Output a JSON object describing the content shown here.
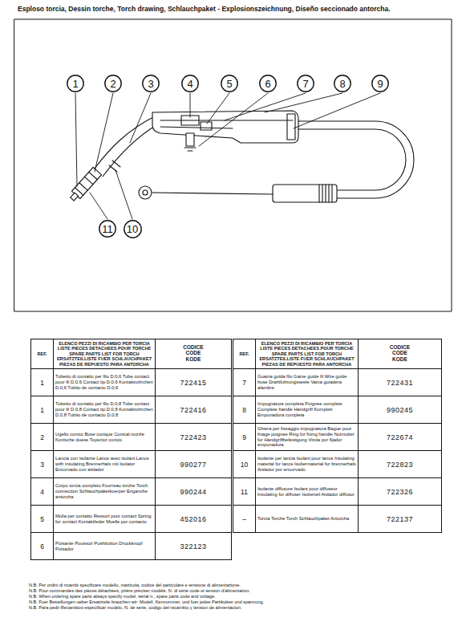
{
  "diagram": {
    "title": "Esploso torcia, Dessin torche, Torch drawing, Schlauchpaket - Explosionszeichnung, Diseño seccionado antorcha.",
    "nodes": [
      {
        "text": [
          "1"
        ]
      },
      {
        "text": [
          "2"
        ]
      },
      {
        "text": [
          "3"
        ]
      },
      {
        "text": [
          "4"
        ]
      },
      {
        "text": [
          "5"
        ]
      },
      {
        "text": [
          "6"
        ]
      },
      {
        "text": [
          "7"
        ]
      },
      {
        "text": [
          "8"
        ]
      },
      {
        "text": [
          "9"
        ]
      },
      {
        "text": [
          "11"
        ]
      },
      {
        "text": [
          "10"
        ]
      }
    ],
    "labels": [
      "REF.",
      "ELENCO PEZZI DI RICAMBIO PER TORCIA LISTE PIECES DETACHEES POUR TORCHE SPARE PARTS LIST FOR TORCH ERSATZTEILLISTE FUER SCHLAUCHPAKET PIEZAS DE REPUESTO PARA ANTORCHA",
      "CODICE CODE KODE",
      "REF.",
      "ELENCO PEZZI DI RICAMBIO PER TORCIA LISTE PIECES DETACHEES POUR TORCHE SPARE PARTS LIST FOR TORCH ERSATZTEILLISTE FUER SCHLAUCHPAKET PIEZAS DE REPUESTO PARA ANTORCHA",
      "CODICE CODE KODE",
      "1",
      "Tubetto di contatto per filo D.0,6 Tube contact pour fil D.0,6 Contact tip D.0,6 Kontaktrohrchen D.0,6 Tubito de contacto D.0,6",
      "722415",
      "1",
      "Tubetto di contatto per filo D.0,8 Tube contact pour fil D.0,8 Contact tip D.0,8 Kontaktrohrchen D.0,8 Tubito de contacto D.0,8",
      "722416",
      "2",
      "Ugello conico Buse conique Conical nozzle Konische duese Toyector conico",
      "722423",
      "3",
      "Lancia con isolante Lance avec isolant Lance with insulating Brennerhals mit Isolator Encorvado con aislador",
      "990277",
      "4",
      "Corpo torcia completo Fourreau torche Torch connection Schlauchpaketkoerper Enganche antorcha",
      "990244",
      "5",
      "Molla per contatto Ressort pour contact Spring for contact Kontaktfeder Muelle por contacto",
      "452016",
      "6",
      "Pulsante Poussoir Pushbotton Druckknopf Pulsador",
      "322123",
      "7",
      "Guaina guida filo Gaine guide fil Wire guide hose Drahtfuhrungsseele Vaina guiadera alambre",
      "722431",
      "8",
      "Impugnatura completa Poignee complete Complete handle Handgriff Komplett Empunadura completa",
      "990245",
      "9",
      "Ghiera per fissaggio impugnatura Bague pour fixage poignee Ring for fixing handle Nutmutter fur Handgriffbefestigung Virola por fijador empunadura",
      "722674",
      "10",
      "Isolante per lancia Isolant pour lance Insulating material for lance Isoliermaterial fur brennerhals Aislador por encorvado",
      "722823",
      "11",
      "Isolante diffusore Isolant pour diffuseur Insulating for diffuser Isolierteil Aislador diffusor",
      "722326",
      "–",
      "Torcia Torche Torch Schlauchpaket Antorcha",
      "722137",
      "N.B. Per ordini di ricambi specificare modello, matricola, codice del particolare e tensione di alimentazione.",
      "N.B. Pour commandes des pièces détachées, prière préciser modèle, N. di série code et tension d'alimentation.",
      "N.B. When ordering spare parts always specify model, serial n., spare parts code and voltage.",
      "N.B. Fuer Bestellungen ueber Ersatzteile brauchen wir: Modell, Kennummer, und fuer jedes Partikuleer und spannung.",
      "N.B. Para pedir Recambios especificar modelo, N. de serie, codigo del recambio y tension de alimentacion."
    ]
  }
}
